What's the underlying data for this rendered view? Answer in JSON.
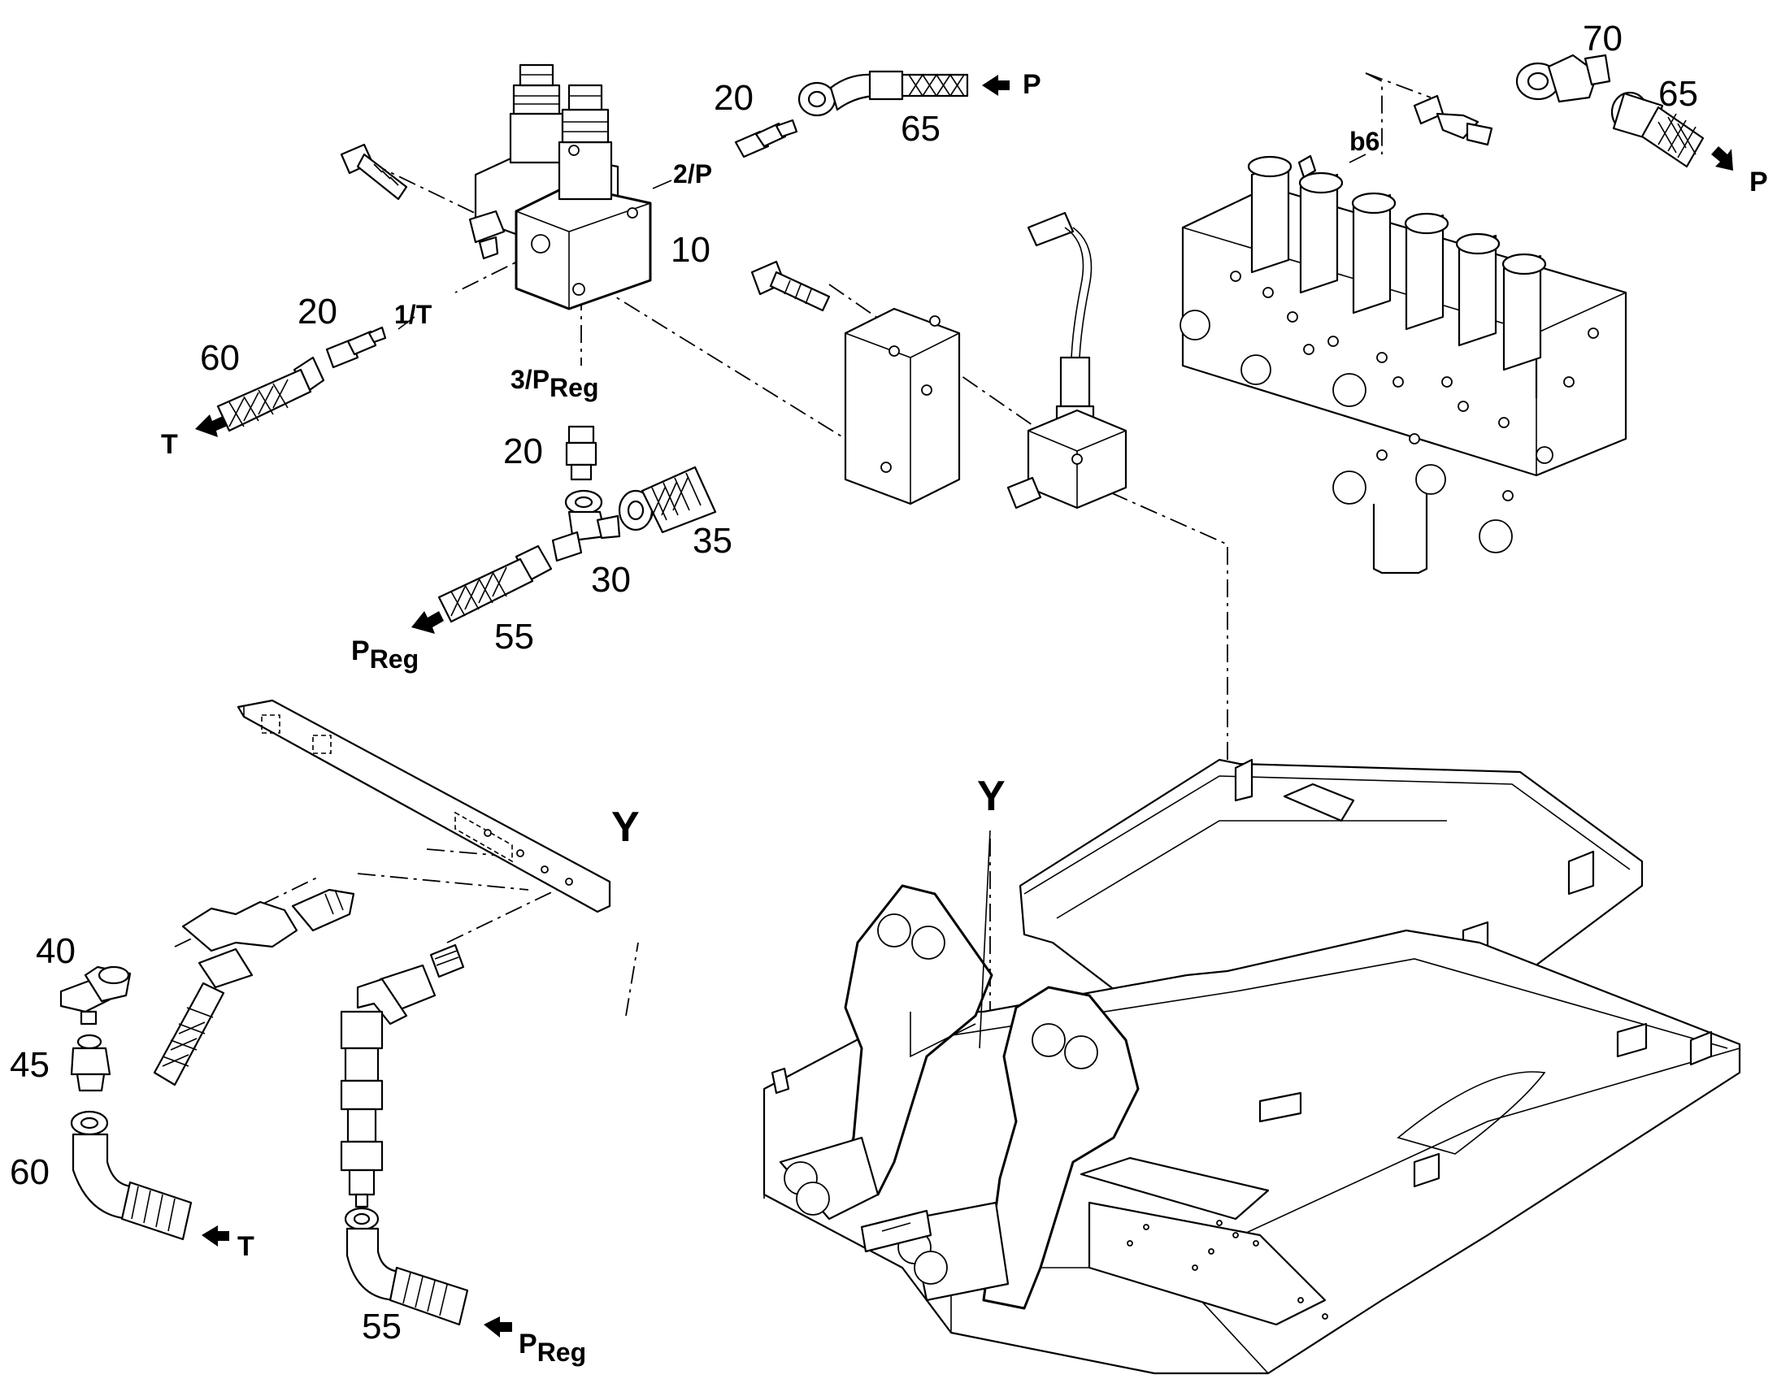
{
  "labels": {
    "p20_top": "20",
    "p65_top": "65",
    "p10": "10",
    "p20_left": "20",
    "p60_left": "60",
    "p20_mid": "20",
    "p35": "35",
    "p30": "30",
    "p55_mid": "55",
    "p70": "70",
    "p65_right": "65",
    "p40": "40",
    "p45": "45",
    "p60_bottom": "60",
    "p55_bottom": "55"
  },
  "ports": {
    "port_2p": "2/P",
    "port_1t": "1/T",
    "port_3p_main": "3/P",
    "port_3p_sub": "Reg",
    "b6": "b6"
  },
  "flows": {
    "p_top": "P",
    "t_left": "T",
    "preg_mid_main": "P",
    "preg_mid_sub": "Reg",
    "p_right": "P",
    "t_bottom": "T",
    "preg_bottom_main": "P",
    "preg_bottom_sub": "Reg"
  },
  "view_markers": {
    "y_left": "Y",
    "y_right": "Y"
  }
}
